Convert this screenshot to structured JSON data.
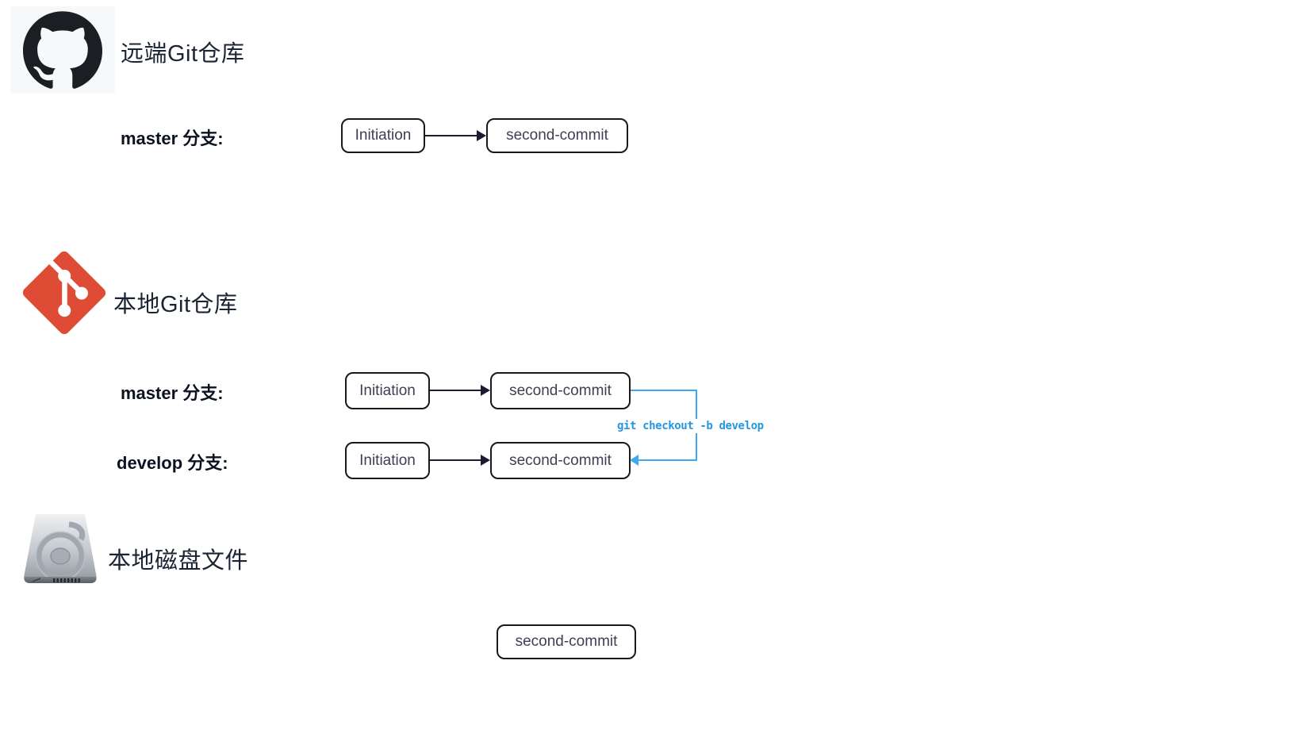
{
  "colors": {
    "background": "#ffffff",
    "accent_blue": "#3fa8f0",
    "command_text_blue": "#2497e3",
    "arrow_dark": "#1b1b35",
    "box_border": "#191919",
    "box_text": "#3e3e54",
    "label_text": "#0c1222",
    "title_text": "#1b2433",
    "github_tile_bg": "#f6f8fa",
    "github_mark": "#1b1f23",
    "git_logo_red": "#de4c36",
    "disk_gray": "#9aa1a8"
  },
  "sections": {
    "remote": {
      "title": "远端Git仓库",
      "icon": "github-icon",
      "branches": [
        {
          "label": "master 分支:",
          "commits": [
            "Initiation",
            "second-commit"
          ]
        }
      ]
    },
    "local": {
      "title": "本地Git仓库",
      "icon": "git-icon",
      "branches": [
        {
          "label": "master 分支:",
          "commits": [
            "Initiation",
            "second-commit"
          ]
        },
        {
          "label": "develop 分支:",
          "commits": [
            "Initiation",
            "second-commit"
          ]
        }
      ],
      "command": "git checkout -b develop"
    },
    "disk": {
      "title": "本地磁盘文件",
      "icon": "hard-disk-icon",
      "files": [
        "second-commit"
      ]
    }
  }
}
